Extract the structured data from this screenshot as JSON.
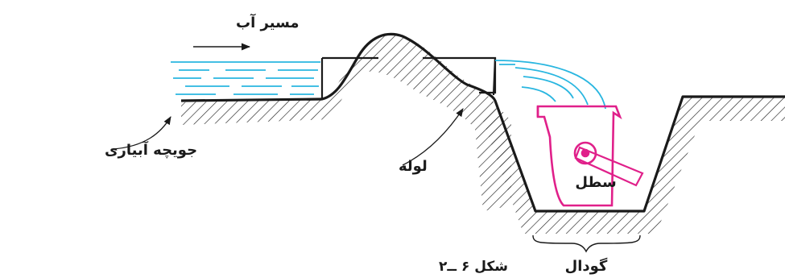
{
  "labels": {
    "flow_direction": "مسیر آب",
    "irrigation_channel": "جویچه آبیاری",
    "pipe": "لوله",
    "bucket": "سطل",
    "pit": "گودال",
    "figure_caption": "شکل ۶ ــ۲"
  },
  "colors": {
    "outline": "#1a1a1a",
    "water": "#29b6e0",
    "bucket": "#e0208a"
  },
  "icons": {
    "flow_arrow": "arrow-right-icon"
  }
}
